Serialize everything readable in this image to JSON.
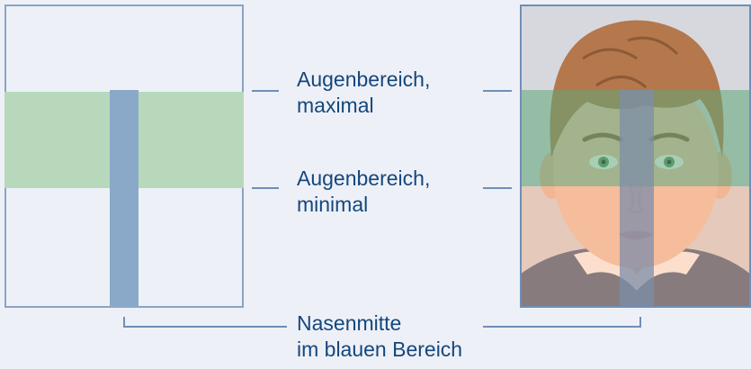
{
  "labels": {
    "eye_max_line1": "Augenbereich,",
    "eye_max_line2": "maximal",
    "eye_min_line1": "Augenbereich,",
    "eye_min_line2": "minimal",
    "nose_line1": "Nasenmitte",
    "nose_line2": "im blauen Bereich"
  },
  "colors": {
    "text": "#14477d",
    "line": "#6f8fb5",
    "eye_band": "#b8d8bc",
    "nose_band": "#8aa8c8",
    "background": "#eef0f7"
  },
  "icons": {
    "portrait": "child-passport-photo"
  }
}
